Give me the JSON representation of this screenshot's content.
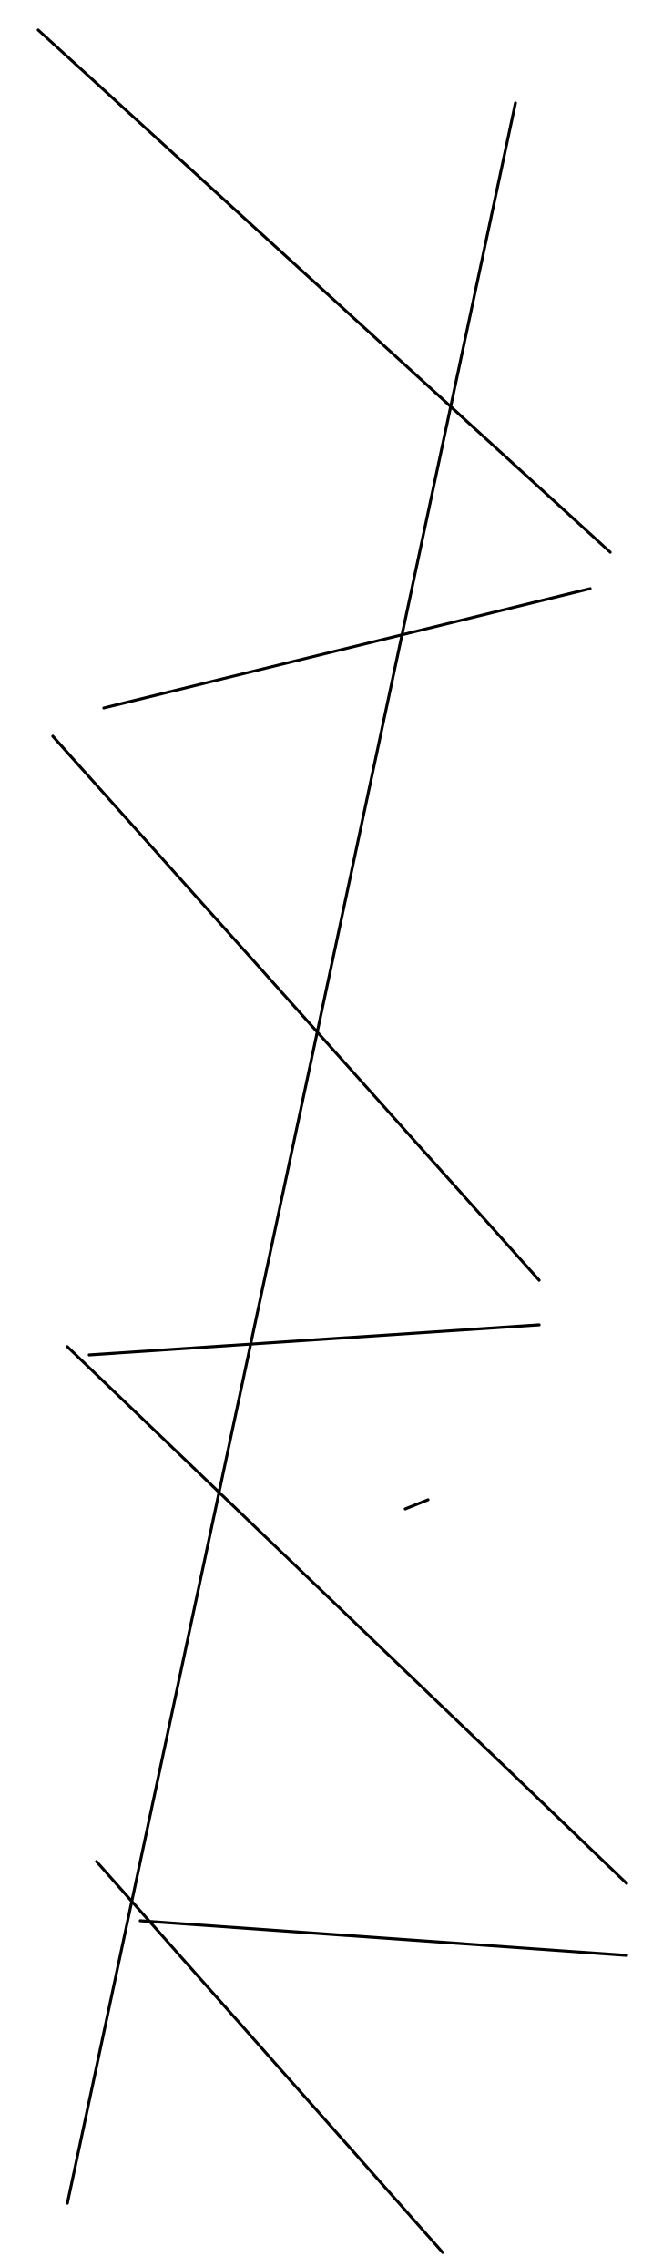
{
  "diagram": {
    "background_color": "#ffffff",
    "stroke_color": "#000000",
    "segment_count": 9,
    "segments": [
      {
        "id": "diagonal-top-left-to-right"
      },
      {
        "id": "long-steep-line"
      },
      {
        "id": "short-rising-line"
      },
      {
        "id": "diagonal-middle"
      },
      {
        "id": "near-horizontal-middle"
      },
      {
        "id": "short-dash"
      },
      {
        "id": "long-diagonal-lower"
      },
      {
        "id": "near-horizontal-lower"
      },
      {
        "id": "diagonal-bottom"
      }
    ]
  }
}
